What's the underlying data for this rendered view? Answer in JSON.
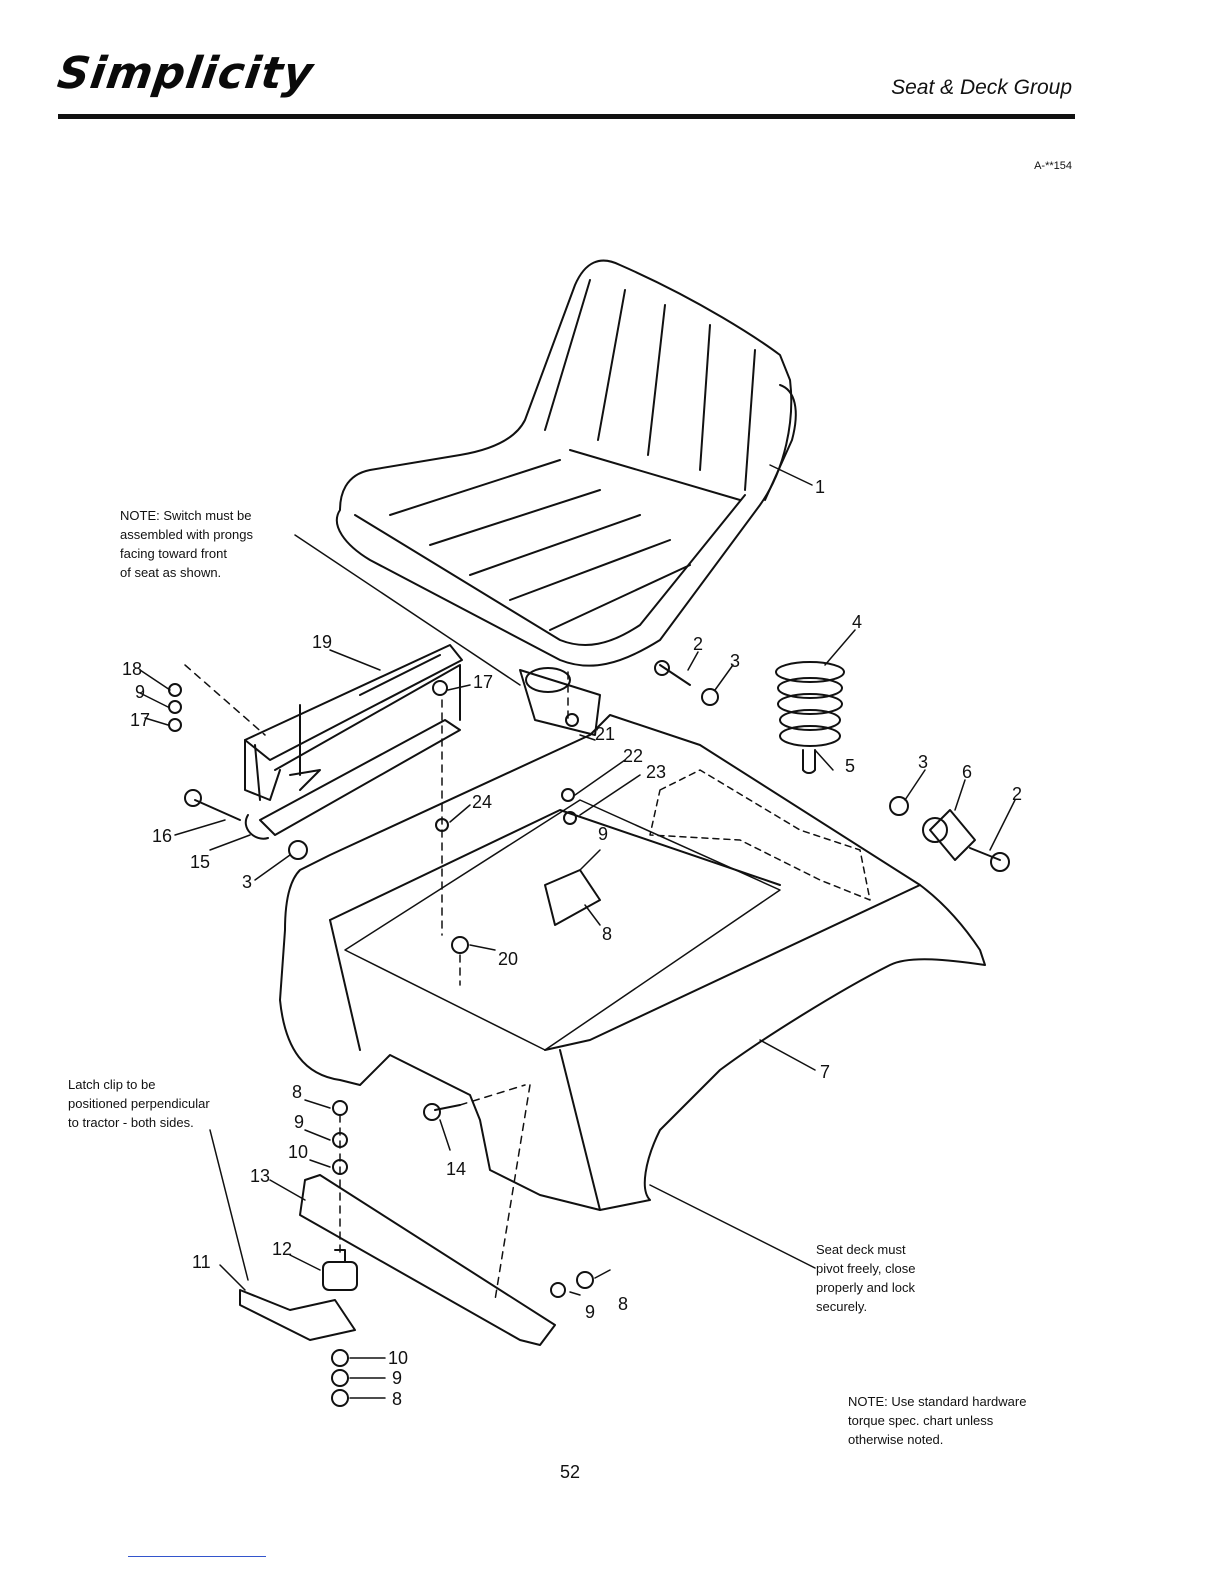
{
  "header": {
    "brand": "Simplicity",
    "section_title": "Seat & Deck Group",
    "drawing_code": "A-**154"
  },
  "notes": {
    "switch": "NOTE: Switch must be\nassembled with prongs\nfacing toward front\nof seat as shown.",
    "latch": "Latch clip to be\npositioned perpendicular\nto tractor - both sides.",
    "pivot": "Seat deck must\npivot freely, close\nproperly and lock\nsecurely.",
    "torque": "NOTE: Use standard hardware\ntorque spec. chart unless\notherwise noted."
  },
  "callouts": {
    "c1": "1",
    "c2a": "2",
    "c3a": "3",
    "c4": "4",
    "c5": "5",
    "c3b": "3",
    "c6": "6",
    "c2b": "2",
    "c7": "7",
    "c18": "18",
    "c9a": "9",
    "c17a": "17",
    "c19": "19",
    "c17b": "17",
    "c21": "21",
    "c22": "22",
    "c23": "23",
    "c24": "24",
    "c16": "16",
    "c15": "15",
    "c3c": "3",
    "c9b": "9",
    "c8a": "8",
    "c20": "20",
    "c8b": "8",
    "c9c": "9",
    "c10a": "10",
    "c13": "13",
    "c14": "14",
    "c12": "12",
    "c11": "11",
    "c9d": "9",
    "c8c": "8",
    "c10b": "10",
    "c9e": "9",
    "c8d": "8"
  },
  "page_number": "52"
}
